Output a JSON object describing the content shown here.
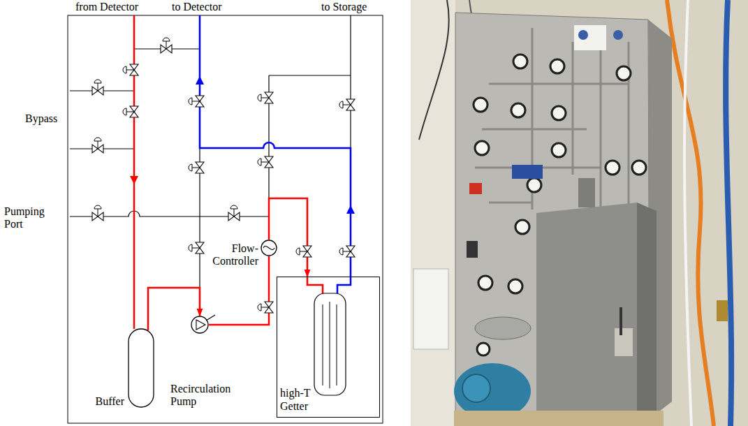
{
  "diagram": {
    "nodes": [
      {
        "text": [
          "Flow-Controller"
        ]
      },
      {
        "text": [
          "Recirculation Pump"
        ]
      },
      {
        "text": [
          "high-T Getter"
        ]
      },
      {
        "text": [
          "Buffer"
        ]
      }
    ],
    "edges": [
      {
        "from": 3,
        "to": 1,
        "arrow": "to"
      },
      {
        "from": 1,
        "to": 0,
        "arrow": "none"
      },
      {
        "from": 0,
        "to": 2,
        "arrow": "to"
      }
    ],
    "labels": [
      "from Detector",
      "to Detector",
      "to Storage",
      "Bypass",
      "Pumping Port"
    ]
  }
}
